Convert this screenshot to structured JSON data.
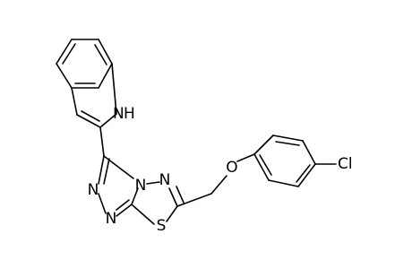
{
  "molecule": {
    "atoms": [
      {
        "id": "n1",
        "label": "N",
        "color": "#000000"
      },
      {
        "id": "h1",
        "label": "H",
        "color": "#000000"
      },
      {
        "id": "n2",
        "label": "N",
        "color": "#000000"
      },
      {
        "id": "n3",
        "label": "N",
        "color": "#000000"
      },
      {
        "id": "n4",
        "label": "N",
        "color": "#000000"
      },
      {
        "id": "n5",
        "label": "N",
        "color": "#000000"
      },
      {
        "id": "s1",
        "label": "S",
        "color": "#000000"
      },
      {
        "id": "o1",
        "label": "O",
        "color": "#000000"
      },
      {
        "id": "cl1",
        "label": "Cl",
        "color": "#000000"
      }
    ]
  }
}
